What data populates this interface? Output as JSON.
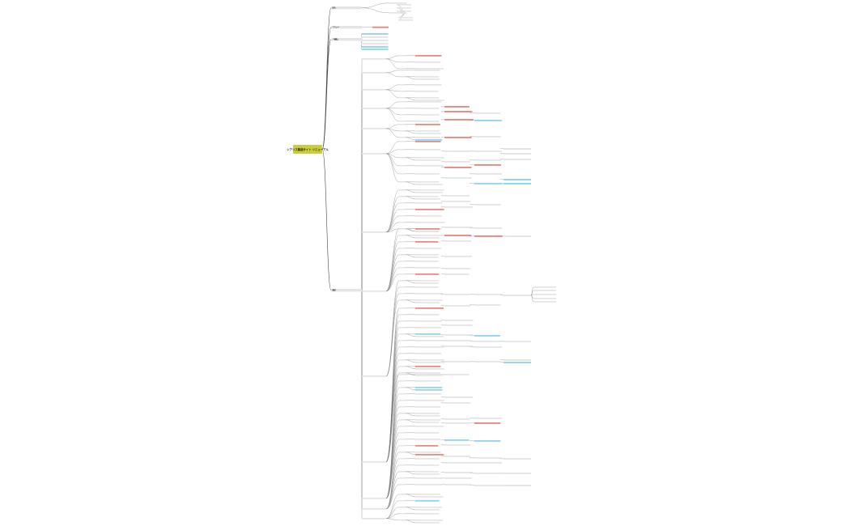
{
  "root": {
    "title": "シアリス製品サイト リニューアル"
  },
  "branches": [
    {
      "id": "b1",
      "label": "競合"
    },
    {
      "id": "b2",
      "label": "ブランド"
    },
    {
      "id": "b3",
      "label": "「機能」"
    },
    {
      "id": "b4",
      "label": "構成"
    }
  ],
  "colors": {
    "root": "#c8cf3a",
    "grey": "#e4e4e4",
    "red": "#e8847a",
    "blue": "#8fd3f0",
    "line": "#7a7a7a"
  }
}
